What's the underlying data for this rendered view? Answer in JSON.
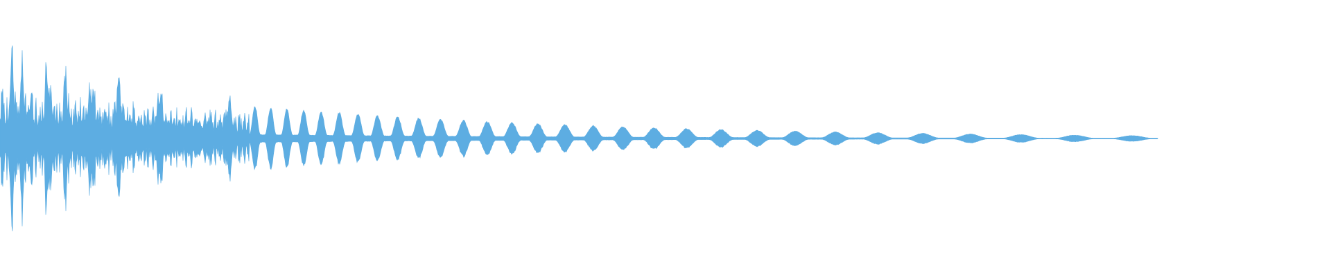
{
  "waveform": {
    "color": "#5DADE2",
    "background": "#FFFFFF",
    "duration_fraction_visible": 0.87,
    "peak_amplitude": 0.98,
    "decay": "exponential",
    "character": "percussive-decaying-pulses"
  }
}
